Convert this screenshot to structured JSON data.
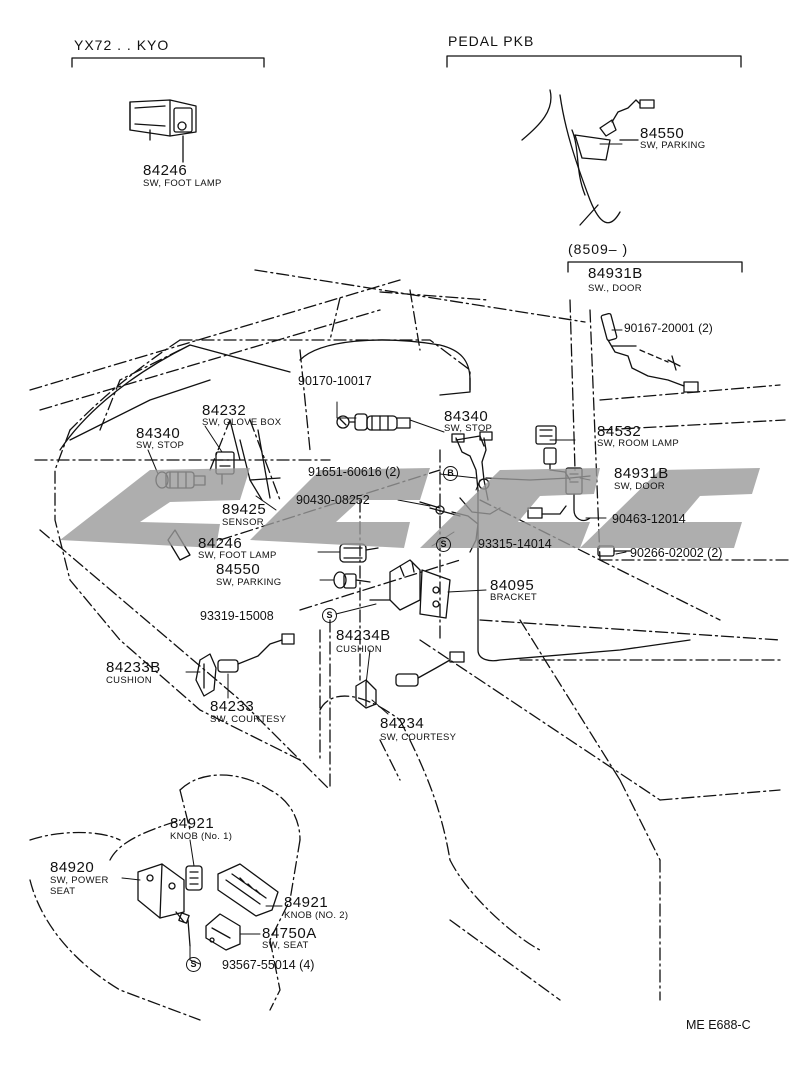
{
  "headers": {
    "model": "YX72 . . KYO",
    "pedal": "PEDAL PKB",
    "date_range": "(8509–        )"
  },
  "footer": {
    "code": "ME  E688-C"
  },
  "symbols": {
    "s": "S",
    "b": "B"
  },
  "watermark": {
    "color": "#9a9a9a"
  },
  "callouts": {
    "c84246_top": {
      "part": "84246",
      "desc": "SW, FOOT LAMP"
    },
    "c84550_top": {
      "part": "84550",
      "desc": "SW, PARKING"
    },
    "c84931b_top": {
      "part": "84931B",
      "desc": "SW., DOOR"
    },
    "c90167": {
      "part": "90167-20001 (2)"
    },
    "c90170": {
      "part": "90170-10017"
    },
    "c84232": {
      "part": "84232",
      "desc": "SW, GLOVE BOX"
    },
    "c84340_left": {
      "part": "84340",
      "desc": "SW, STOP"
    },
    "c84340_right": {
      "part": "84340",
      "desc": "SW, STOP"
    },
    "c84532": {
      "part": "84532",
      "desc": "SW, ROOM LAMP"
    },
    "c91651": {
      "part": "91651-60616 (2)"
    },
    "c90430": {
      "part": "90430-08252"
    },
    "c84931b_mid": {
      "part": "84931B",
      "desc": "SW, DOOR"
    },
    "c89425": {
      "part": "89425",
      "desc": "SENSOR"
    },
    "c90463": {
      "part": "90463-12014"
    },
    "c84246_mid": {
      "part": "84246",
      "desc": "SW, FOOT LAMP"
    },
    "c93315": {
      "part": "93315-14014"
    },
    "c90266": {
      "part": "90266-02002 (2)"
    },
    "c84550_mid": {
      "part": "84550",
      "desc": "SW, PARKING"
    },
    "c84095": {
      "part": "84095",
      "desc": "BRACKET"
    },
    "c93319": {
      "part": "93319-15008"
    },
    "c84234b": {
      "part": "84234B",
      "desc": "CUSHION"
    },
    "c84233b": {
      "part": "84233B",
      "desc": "CUSHION"
    },
    "c84233": {
      "part": "84233",
      "desc": "SW, COURTESY"
    },
    "c84234": {
      "part": "84234",
      "desc": "SW, COURTESY"
    },
    "c84921_1": {
      "part": "84921",
      "desc": "KNOB (No. 1)"
    },
    "c84920": {
      "part": "84920",
      "desc1": "SW, POWER",
      "desc2": "SEAT"
    },
    "c84921_2": {
      "part": "84921",
      "desc": "KNOB (NO. 2)"
    },
    "c84750a": {
      "part": "84750A",
      "desc": "SW, SEAT"
    },
    "c93567": {
      "part": "93567-55014 (4)"
    }
  }
}
